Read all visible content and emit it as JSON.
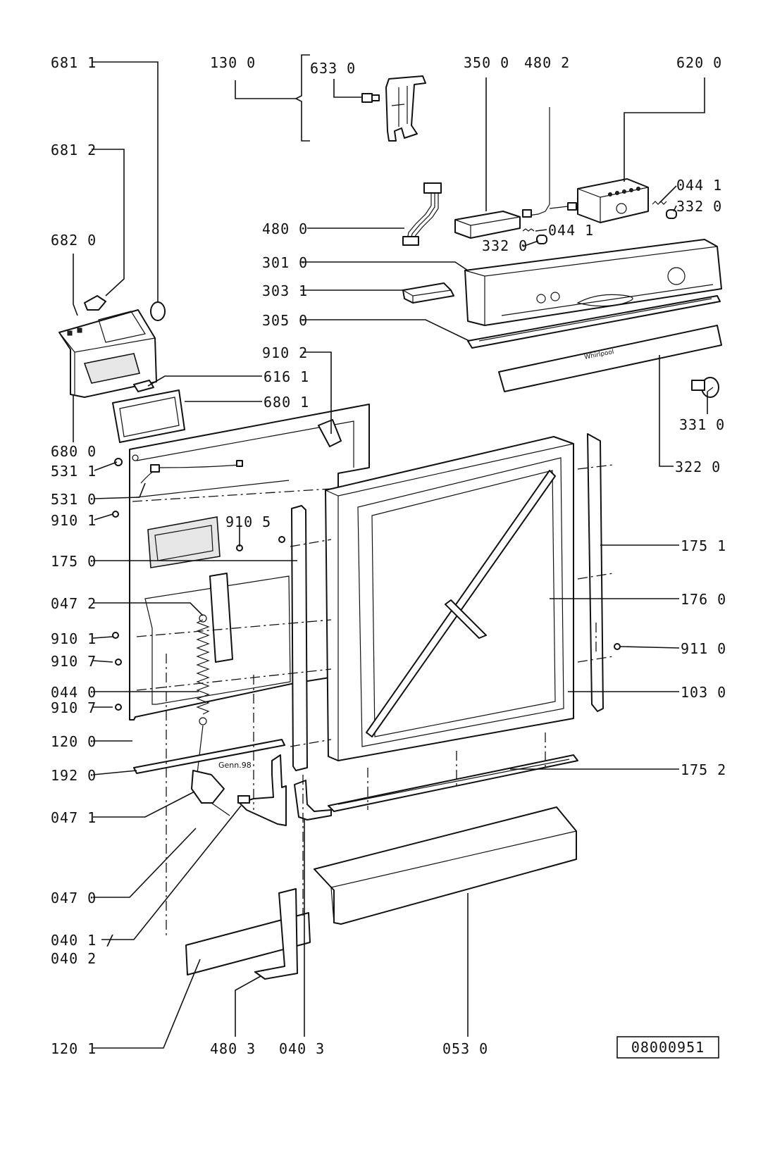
{
  "diagram_code": "08000951",
  "handwritten_note": "Genn.98",
  "labels": {
    "l6811": "681 1",
    "l6812": "681 2",
    "l6820": "682 0",
    "l6800": "680 0",
    "l5311": "531 1",
    "l5310": "531 0",
    "l9101a": "910 1",
    "l1750": "175 0",
    "l0472": "047 2",
    "l9101b": "910 1",
    "l9107a": "910 7",
    "l0440": "044 0",
    "l9107b": "910 7",
    "l1200": "120 0",
    "l1920": "192 0",
    "l0471": "047 1",
    "l0470": "047 0",
    "l0401": "040 1 /",
    "l0402": "040 2",
    "l1201": "120 1",
    "l4803": "480 3",
    "l0403": "040 3",
    "l0530": "053 0",
    "l1300": "130 0",
    "l6330": "633 0",
    "l3500": "350 0",
    "l4802": "480 2",
    "l6200": "620 0",
    "l0441a": "044 1",
    "l3320a": "332 0",
    "l4800": "480 0",
    "l0441b": "044 1",
    "l3320b": "332 0",
    "l3010": "301 0",
    "l3031": "303 1",
    "l3050": "305 0",
    "l9102": "910 2",
    "l6161": "616 1",
    "l6801": "680 1",
    "l3310": "331 0",
    "l3220": "322 0",
    "l1751": "175 1",
    "l9105": "910 5",
    "l1760": "176 0",
    "l9110": "911 0",
    "l1030": "103 0",
    "l1752": "175 2"
  },
  "brand_text": "Whirlpool"
}
